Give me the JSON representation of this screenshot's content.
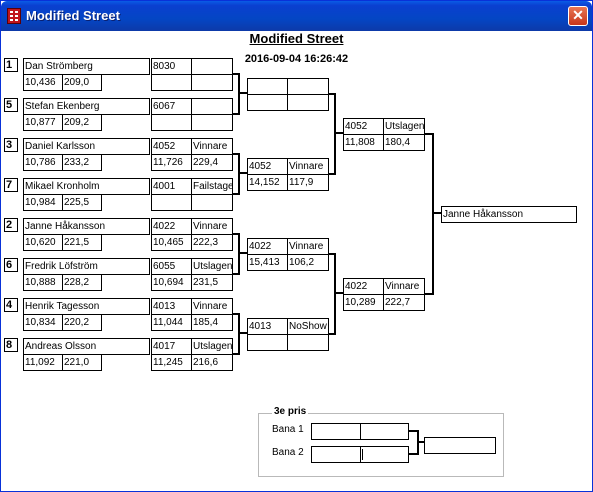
{
  "window": {
    "title": "Modified Street",
    "close_glyph": "✕"
  },
  "event": {
    "title": "Modified Street",
    "date": "2016-09-04 16:26:42"
  },
  "drivers": [
    {
      "seed": "1",
      "name": "Dan Strömberg",
      "rt": "10,436",
      "speed": "209,0"
    },
    {
      "seed": "5",
      "name": "Stefan Ekenberg",
      "rt": "10,877",
      "speed": "209,2"
    },
    {
      "seed": "3",
      "name": "Daniel Karlsson",
      "rt": "10,786",
      "speed": "233,2"
    },
    {
      "seed": "7",
      "name": "Mikael Kronholm",
      "rt": "10,984",
      "speed": "225,5"
    },
    {
      "seed": "2",
      "name": "Janne Håkansson",
      "rt": "10,620",
      "speed": "221,5"
    },
    {
      "seed": "6",
      "name": "Fredrik Löfström",
      "rt": "10,888",
      "speed": "228,2"
    },
    {
      "seed": "4",
      "name": "Henrik Tagesson",
      "rt": "10,834",
      "speed": "220,2"
    },
    {
      "seed": "8",
      "name": "Andreas Olsson",
      "rt": "11,092",
      "speed": "221,0"
    }
  ],
  "round1": [
    {
      "car": "8030",
      "result": "",
      "time": "",
      "speed": ""
    },
    {
      "car": "6067",
      "result": "",
      "time": "",
      "speed": ""
    },
    {
      "car": "4052",
      "result": "Vinnare",
      "time": "11,726",
      "speed": "229,4"
    },
    {
      "car": "4001",
      "result": "Failstage",
      "time": "",
      "speed": ""
    },
    {
      "car": "4022",
      "result": "Vinnare",
      "time": "10,465",
      "speed": "222,3"
    },
    {
      "car": "6055",
      "result": "Utslagen",
      "time": "10,694",
      "speed": "231,5"
    },
    {
      "car": "4013",
      "result": "Vinnare",
      "time": "11,044",
      "speed": "185,4"
    },
    {
      "car": "4017",
      "result": "Utslagen",
      "time": "11,245",
      "speed": "216,6"
    }
  ],
  "round2": [
    {
      "car": "",
      "result": "",
      "time": "",
      "speed": ""
    },
    {
      "car": "4052",
      "result": "Vinnare",
      "time": "14,152",
      "speed": "117,9"
    },
    {
      "car": "4022",
      "result": "Vinnare",
      "time": "15,413",
      "speed": "106,2"
    },
    {
      "car": "4013",
      "result": "NoShow",
      "time": "",
      "speed": ""
    }
  ],
  "semis": [
    {
      "car": "4052",
      "result": "Utslagen",
      "time": "11,808",
      "speed": "180,4"
    },
    {
      "car": "4022",
      "result": "Vinnare",
      "time": "10,289",
      "speed": "222,7"
    }
  ],
  "winner": {
    "name": "Janne Håkansson"
  },
  "third_place": {
    "label": "3e pris",
    "lane1": "Bana 1",
    "lane2": "Bana 2"
  }
}
